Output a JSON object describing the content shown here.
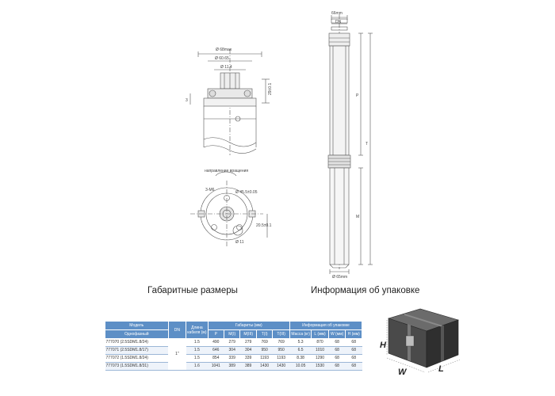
{
  "drawing_labels": {
    "top_dia_max": "Ø 68max",
    "top_dia_thread": "Ø 60.65",
    "top_dia_inner": "Ø 11.4",
    "dim_3": "3",
    "dim_height": "29±0.1",
    "rotation": "направление вращения",
    "bolts": "3-M6",
    "flange_dia": "Ø 45.5±0.05",
    "side_dim": "20.5±0.1",
    "small_dia": "Ø 11",
    "outlet_size": "66mm",
    "outlet_dn": "DN",
    "pump_p": "P",
    "pump_t": "T",
    "pump_m": "M",
    "pump_bottom": "Ø 65mm"
  },
  "headings": {
    "dimensions": "Габаритные размеры",
    "packaging": "Информация об упаковке"
  },
  "table": {
    "head_model": "Модель",
    "head_phase": "Однофазный",
    "head_dn": "DN",
    "head_cable": "Длина кабеля (м)",
    "head_dims": "Габариты (мм)",
    "head_pack": "Информация об упаковке",
    "sub": [
      "P",
      "M(I)",
      "M(III)",
      "T(I)",
      "T(III)",
      "Масса (кг)",
      "L (мм)",
      "W (мм)",
      "H (мм)"
    ],
    "dn_value": "1\"",
    "rows": [
      {
        "model": "777070 (2.5SDM1.8/24)",
        "cable": "1.5",
        "p": "490",
        "mi": "279",
        "miii": "279",
        "ti": "769",
        "tiii": "769",
        "mass": "5.3",
        "l": "870",
        "w": "68",
        "h": "68"
      },
      {
        "model": "777071 (2.5SDM1.8/17)",
        "cable": "1.5",
        "p": "646",
        "mi": "304",
        "miii": "304",
        "ti": "950",
        "tiii": "950",
        "mass": "6.5",
        "l": "1010",
        "w": "68",
        "h": "68"
      },
      {
        "model": "777072 (1.5SDM1.8/24)",
        "cable": "1.5",
        "p": "854",
        "mi": "339",
        "miii": "339",
        "ti": "1193",
        "tiii": "1193",
        "mass": "8.38",
        "l": "1290",
        "w": "68",
        "h": "68"
      },
      {
        "model": "777073 (1.5SDM1.8/31)",
        "cable": "1.6",
        "p": "1041",
        "mi": "389",
        "miii": "389",
        "ti": "1430",
        "tiii": "1430",
        "mass": "10.05",
        "l": "1530",
        "w": "68",
        "h": "68"
      }
    ]
  },
  "box_labels": {
    "h": "H",
    "w": "W",
    "l": "L"
  },
  "colors": {
    "table_header": "#5d8fc6",
    "line": "#555555",
    "box_dark": "#3a3a3a"
  }
}
